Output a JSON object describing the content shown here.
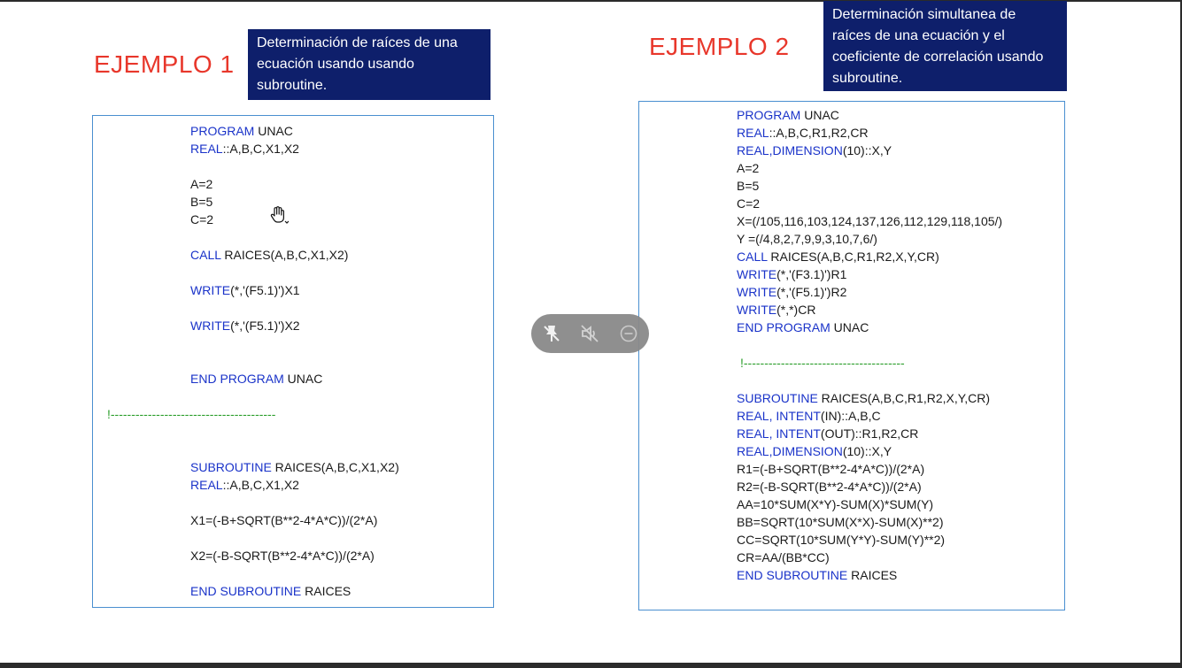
{
  "left": {
    "heading": "EJEMPLO 1",
    "title": "Determinación  de raíces de una ecuación usando usando subroutine.",
    "code": [
      {
        "kw": "PROGRAM",
        "rest": " UNAC"
      },
      {
        "kw": "REAL",
        "rest": "::A,B,C,X1,X2"
      },
      {
        "kw": "",
        "rest": "A=2"
      },
      {
        "kw": "",
        "rest": "B=5"
      },
      {
        "kw": "",
        "rest": "C=2"
      },
      {
        "kw": "CALL",
        "rest": " RAICES(A,B,C,X1,X2)"
      },
      {
        "kw": "WRITE",
        "rest": "(*,'(F5.1)')X1"
      },
      {
        "kw": "WRITE",
        "rest": "(*,'(F5.1)')X2"
      },
      {
        "kw": "END PROGRAM",
        "rest": " UNAC"
      },
      {
        "comment": "!----------------------------------------"
      },
      {
        "kw": "SUBROUTINE",
        "rest": " RAICES(A,B,C,X1,X2)"
      },
      {
        "kw": "REAL",
        "rest": "::A,B,C,X1,X2"
      },
      {
        "kw": "",
        "rest": "X1=(-B+SQRT(B**2-4*A*C))/(2*A)"
      },
      {
        "kw": "",
        "rest": "X2=(-B-SQRT(B**2-4*A*C))/(2*A)"
      },
      {
        "kw": "END SUBROUTINE",
        "rest": " RAICES"
      }
    ]
  },
  "right": {
    "heading": "EJEMPLO 2",
    "title": "Determinación  simultanea de raíces de una ecuación y el coeficiente de correlación usando subroutine.",
    "code": [
      {
        "kw": "PROGRAM",
        "rest": " UNAC"
      },
      {
        "kw": "REAL",
        "rest": "::A,B,C,R1,R2,CR"
      },
      {
        "kw": "REAL,DIMENSION",
        "rest": "(10)::X,Y"
      },
      {
        "kw": "",
        "rest": "A=2"
      },
      {
        "kw": "",
        "rest": "B=5"
      },
      {
        "kw": "",
        "rest": "C=2"
      },
      {
        "kw": "",
        "rest": "X=(/105,116,103,124,137,126,112,129,118,105/)"
      },
      {
        "kw": "",
        "rest": "Y =(/4,8,2,7,9,9,3,10,7,6/)"
      },
      {
        "kw": "CALL",
        "rest": " RAICES(A,B,C,R1,R2,X,Y,CR)"
      },
      {
        "kw": "WRITE",
        "rest": "(*,'(F3.1)')R1"
      },
      {
        "kw": "WRITE",
        "rest": "(*,'(F5.1)')R2"
      },
      {
        "kw": "WRITE",
        "rest": "(*,*)CR"
      },
      {
        "kw": "END PROGRAM",
        "rest": " UNAC"
      },
      {
        "comment": "!---------------------------------------"
      },
      {
        "kw": "SUBROUTINE",
        "rest": " RAICES(A,B,C,R1,R2,X,Y,CR)"
      },
      {
        "kw": "REAL, INTENT",
        "rest": "(IN)::A,B,C"
      },
      {
        "kw": "REAL, INTENT",
        "rest": "(OUT)::R1,R2,CR"
      },
      {
        "kw": "REAL,DIMENSION",
        "rest": "(10)::X,Y"
      },
      {
        "kw": "",
        "rest": "R1=(-B+SQRT(B**2-4*A*C))/(2*A)"
      },
      {
        "kw": "",
        "rest": "R2=(-B-SQRT(B**2-4*A*C))/(2*A)"
      },
      {
        "kw": "",
        "rest": "AA=10*SUM(X*Y)-SUM(X)*SUM(Y)"
      },
      {
        "kw": "",
        "rest": "BB=SQRT(10*SUM(X*X)-SUM(X)**2)"
      },
      {
        "kw": "",
        "rest": "CC=SQRT(10*SUM(Y*Y)-SUM(Y)**2)"
      },
      {
        "kw": "",
        "rest": "CR=AA/(BB*CC)"
      },
      {
        "kw": "END SUBROUTINE",
        "rest": " RAICES"
      }
    ]
  },
  "overlay": {
    "icons": [
      "unpin-icon",
      "mute-icon",
      "minimize-icon"
    ]
  },
  "colors": {
    "heading": "#e8372b",
    "title_bg": "#0e1f6b",
    "keyword": "#1a33c9",
    "comment": "#2a9d2a",
    "box_border": "#4a8fd0"
  }
}
